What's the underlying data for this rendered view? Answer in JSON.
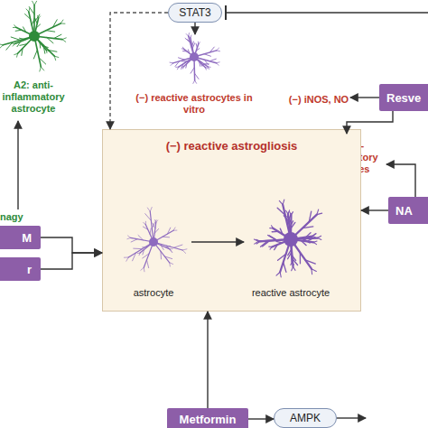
{
  "diagram": {
    "nodes": [
      {
        "text": [
          "STAT3"
        ]
      },
      {
        "text": [
          "A2: anti- inflammatory astrocyte"
        ]
      },
      {
        "text": [
          "(−) reactive astrocytes in vitro"
        ]
      },
      {
        "text": [
          "(−) iNOS, NO"
        ]
      },
      {
        "text": [
          "Resve"
        ]
      },
      {
        "text": [
          "(−) pro- inflammatory cytokines"
        ]
      },
      {
        "text": [
          "nagy"
        ]
      },
      {
        "text": [
          "M"
        ]
      },
      {
        "text": [
          "r"
        ]
      },
      {
        "text": [
          "(−) reactive astrogliosis"
        ]
      },
      {
        "text": [
          "NA"
        ]
      },
      {
        "text": [
          "Metformin"
        ]
      },
      {
        "text": [
          "AMPK"
        ]
      }
    ],
    "edges": [
      {
        "from": 0,
        "to": 2,
        "arrow": "to"
      },
      {
        "from": 0,
        "to": 9,
        "arrow": "to"
      },
      {
        "from": 4,
        "to": 3,
        "arrow": "to"
      },
      {
        "from": 4,
        "to": 5,
        "arrow": "to"
      },
      {
        "from": 6,
        "to": 1,
        "arrow": "to"
      },
      {
        "from": 7,
        "to": 9,
        "arrow": "to"
      },
      {
        "from": 8,
        "to": 9,
        "arrow": "to"
      },
      {
        "from": 10,
        "to": 9,
        "arrow": "to"
      },
      {
        "from": 10,
        "to": 5,
        "arrow": "to"
      },
      {
        "from": 11,
        "to": 9,
        "arrow": "to"
      },
      {
        "from": 11,
        "to": 12,
        "arrow": "to"
      }
    ],
    "labels": [
      "astrocyte",
      "reactive astrocyte"
    ]
  }
}
